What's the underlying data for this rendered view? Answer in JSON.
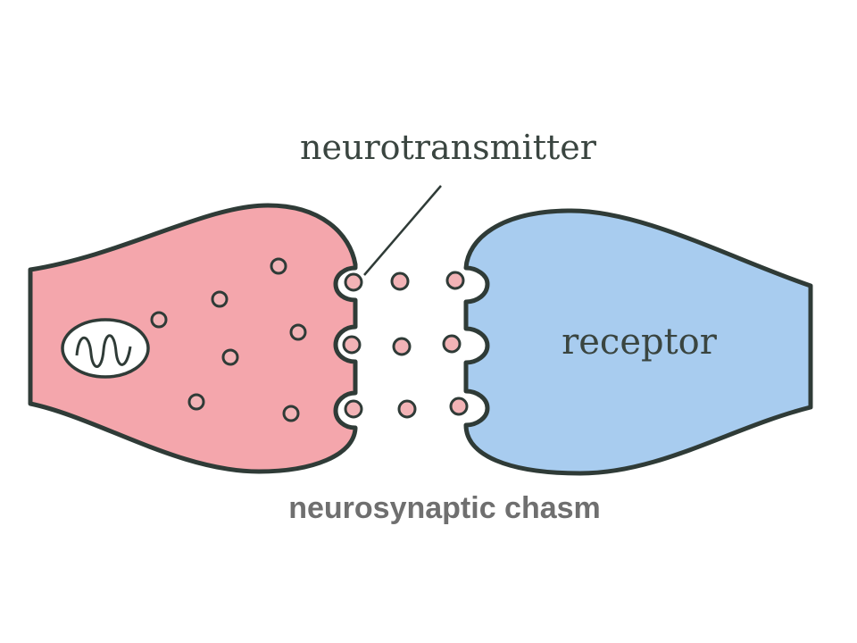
{
  "labels": {
    "neurotransmitter": "neurotransmitter",
    "receptor": "receptor",
    "chasm": "neurosynaptic chasm"
  },
  "colors": {
    "presynaptic_fill": "#f4a6ac",
    "postsynaptic_fill": "#a8ccef",
    "vesicle_fill": "#f2b3b6",
    "outline": "#2f3b37",
    "label_dark": "#3a4540",
    "label_grey": "#6f6f6f"
  }
}
